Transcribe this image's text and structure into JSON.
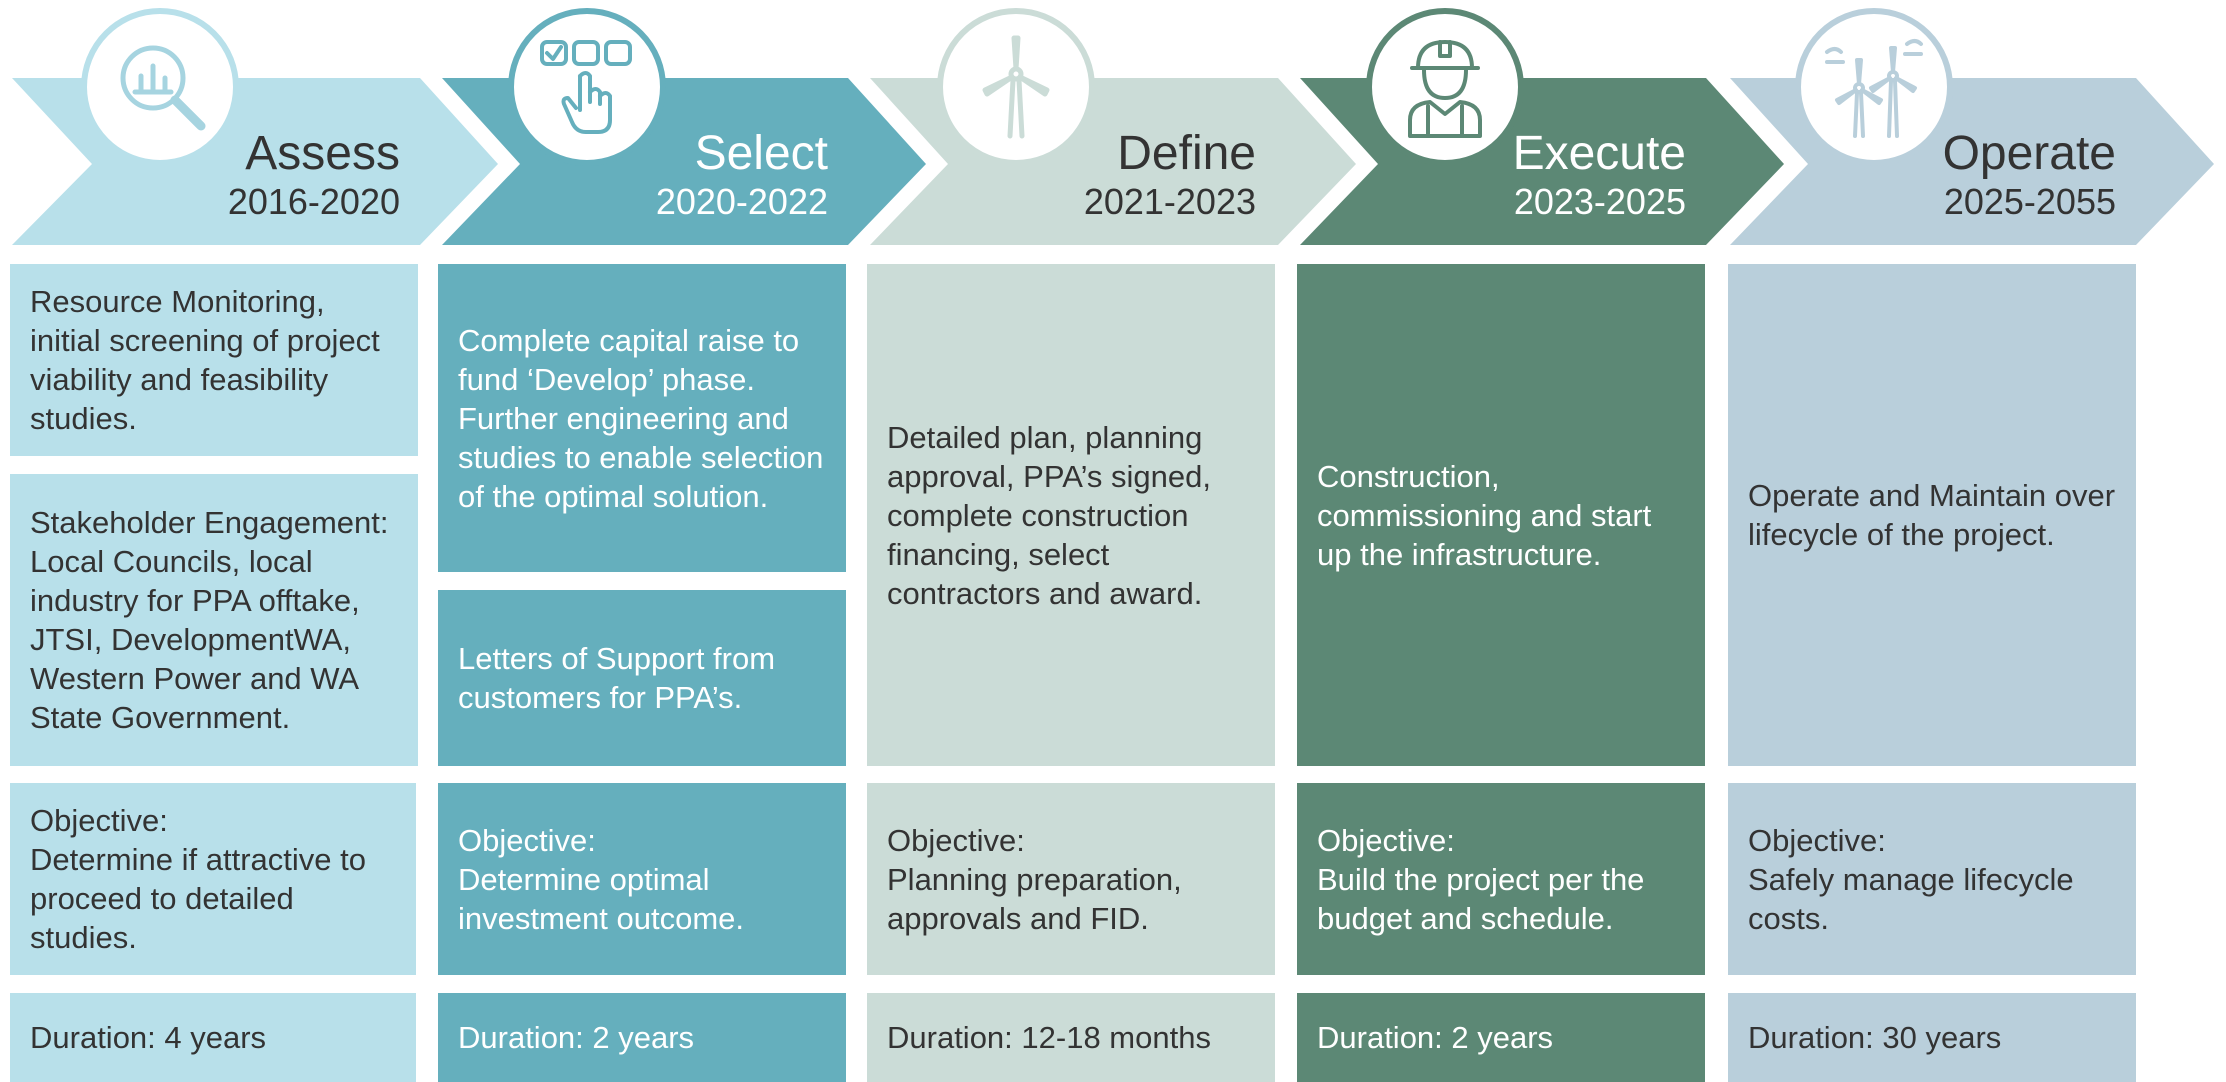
{
  "colors": {
    "assess": "#b8e0ea",
    "select": "#65afbd",
    "define": "#cbdcd7",
    "execute": "#5c8875",
    "operate": "#b9cfdb"
  },
  "phases": [
    {
      "name": "Assess",
      "years": "2016-2020",
      "icon": "magnifier-chart-icon",
      "descriptions": [
        "Resource Monitoring, initial screening of project viability  and feasibility studies.",
        "Stakeholder Engagement:  Local Councils, local industry for PPA offtake, JTSI, DevelopmentWA, Western Power and WA State Government."
      ],
      "objective_label": "Objective:",
      "objective": "Determine if attractive to proceed to detailed studies.",
      "duration": "Duration: 4 years"
    },
    {
      "name": "Select",
      "years": "2020-2022",
      "icon": "hand-select-icon",
      "descriptions": [
        "Complete capital raise to fund ‘Develop’ phase. Further engineering and studies to enable selection  of the optimal solution.",
        "Letters of Support from customers for PPA’s."
      ],
      "objective_label": "Objective:",
      "objective": "Determine optimal investment outcome.",
      "duration": "Duration: 2 years"
    },
    {
      "name": "Define",
      "years": "2021-2023",
      "icon": "wind-turbine-icon",
      "descriptions": [
        "Detailed plan, planning approval, PPA’s signed, complete construction financing, select contractors and award."
      ],
      "objective_label": "Objective:",
      "objective": "Planning preparation, approvals and FID.",
      "duration": "Duration: 12-18 months"
    },
    {
      "name": "Execute",
      "years": "2023-2025",
      "icon": "construction-worker-icon",
      "descriptions": [
        "Construction, commissioning and start up the infrastructure."
      ],
      "objective_label": "Objective:",
      "objective": "Build the project per the budget and schedule.",
      "duration": "Duration: 2 years"
    },
    {
      "name": "Operate",
      "years": "2025-2055",
      "icon": "wind-turbines-icon",
      "descriptions": [
        "Operate and Maintain over lifecycle of the project."
      ],
      "objective_label": "Objective:",
      "objective": "Safely manage lifecycle costs.",
      "duration": "Duration: 30 years"
    }
  ]
}
